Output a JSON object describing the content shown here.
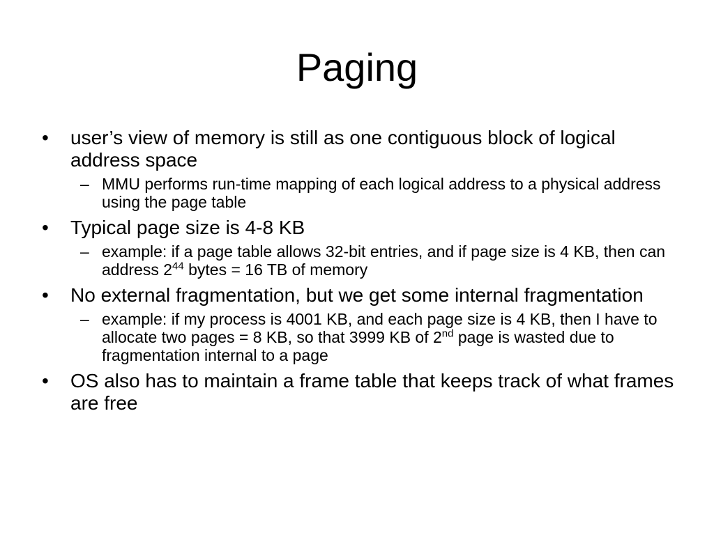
{
  "slide": {
    "title": "Paging",
    "bullet_char": "•",
    "dash_char": "–",
    "items": [
      {
        "text": "user’s view of memory is still as one contiguous block of logical address space",
        "sub": [
          {
            "text": "MMU performs run-time mapping of each logical address to a physical address using the page table"
          }
        ]
      },
      {
        "text": "Typical page size is 4-8 KB",
        "sub": [
          {
            "pre": "example: if a page table allows 32-bit entries, and if page size is 4 KB, then can address 2",
            "sup": "44",
            "post": " bytes  = 16 TB of memory"
          }
        ]
      },
      {
        "text": "No external fragmentation, but we get some internal fragmentation",
        "sub": [
          {
            "pre": "example: if my process is 4001 KB, and each page size is 4 KB, then I have to allocate two pages = 8 KB, so that 3999 KB of 2",
            "sup": "nd",
            "post": " page is wasted due to fragmentation internal to a page"
          }
        ]
      },
      {
        "text": "OS also has to maintain a frame table that keeps track of what frames are free"
      }
    ]
  }
}
